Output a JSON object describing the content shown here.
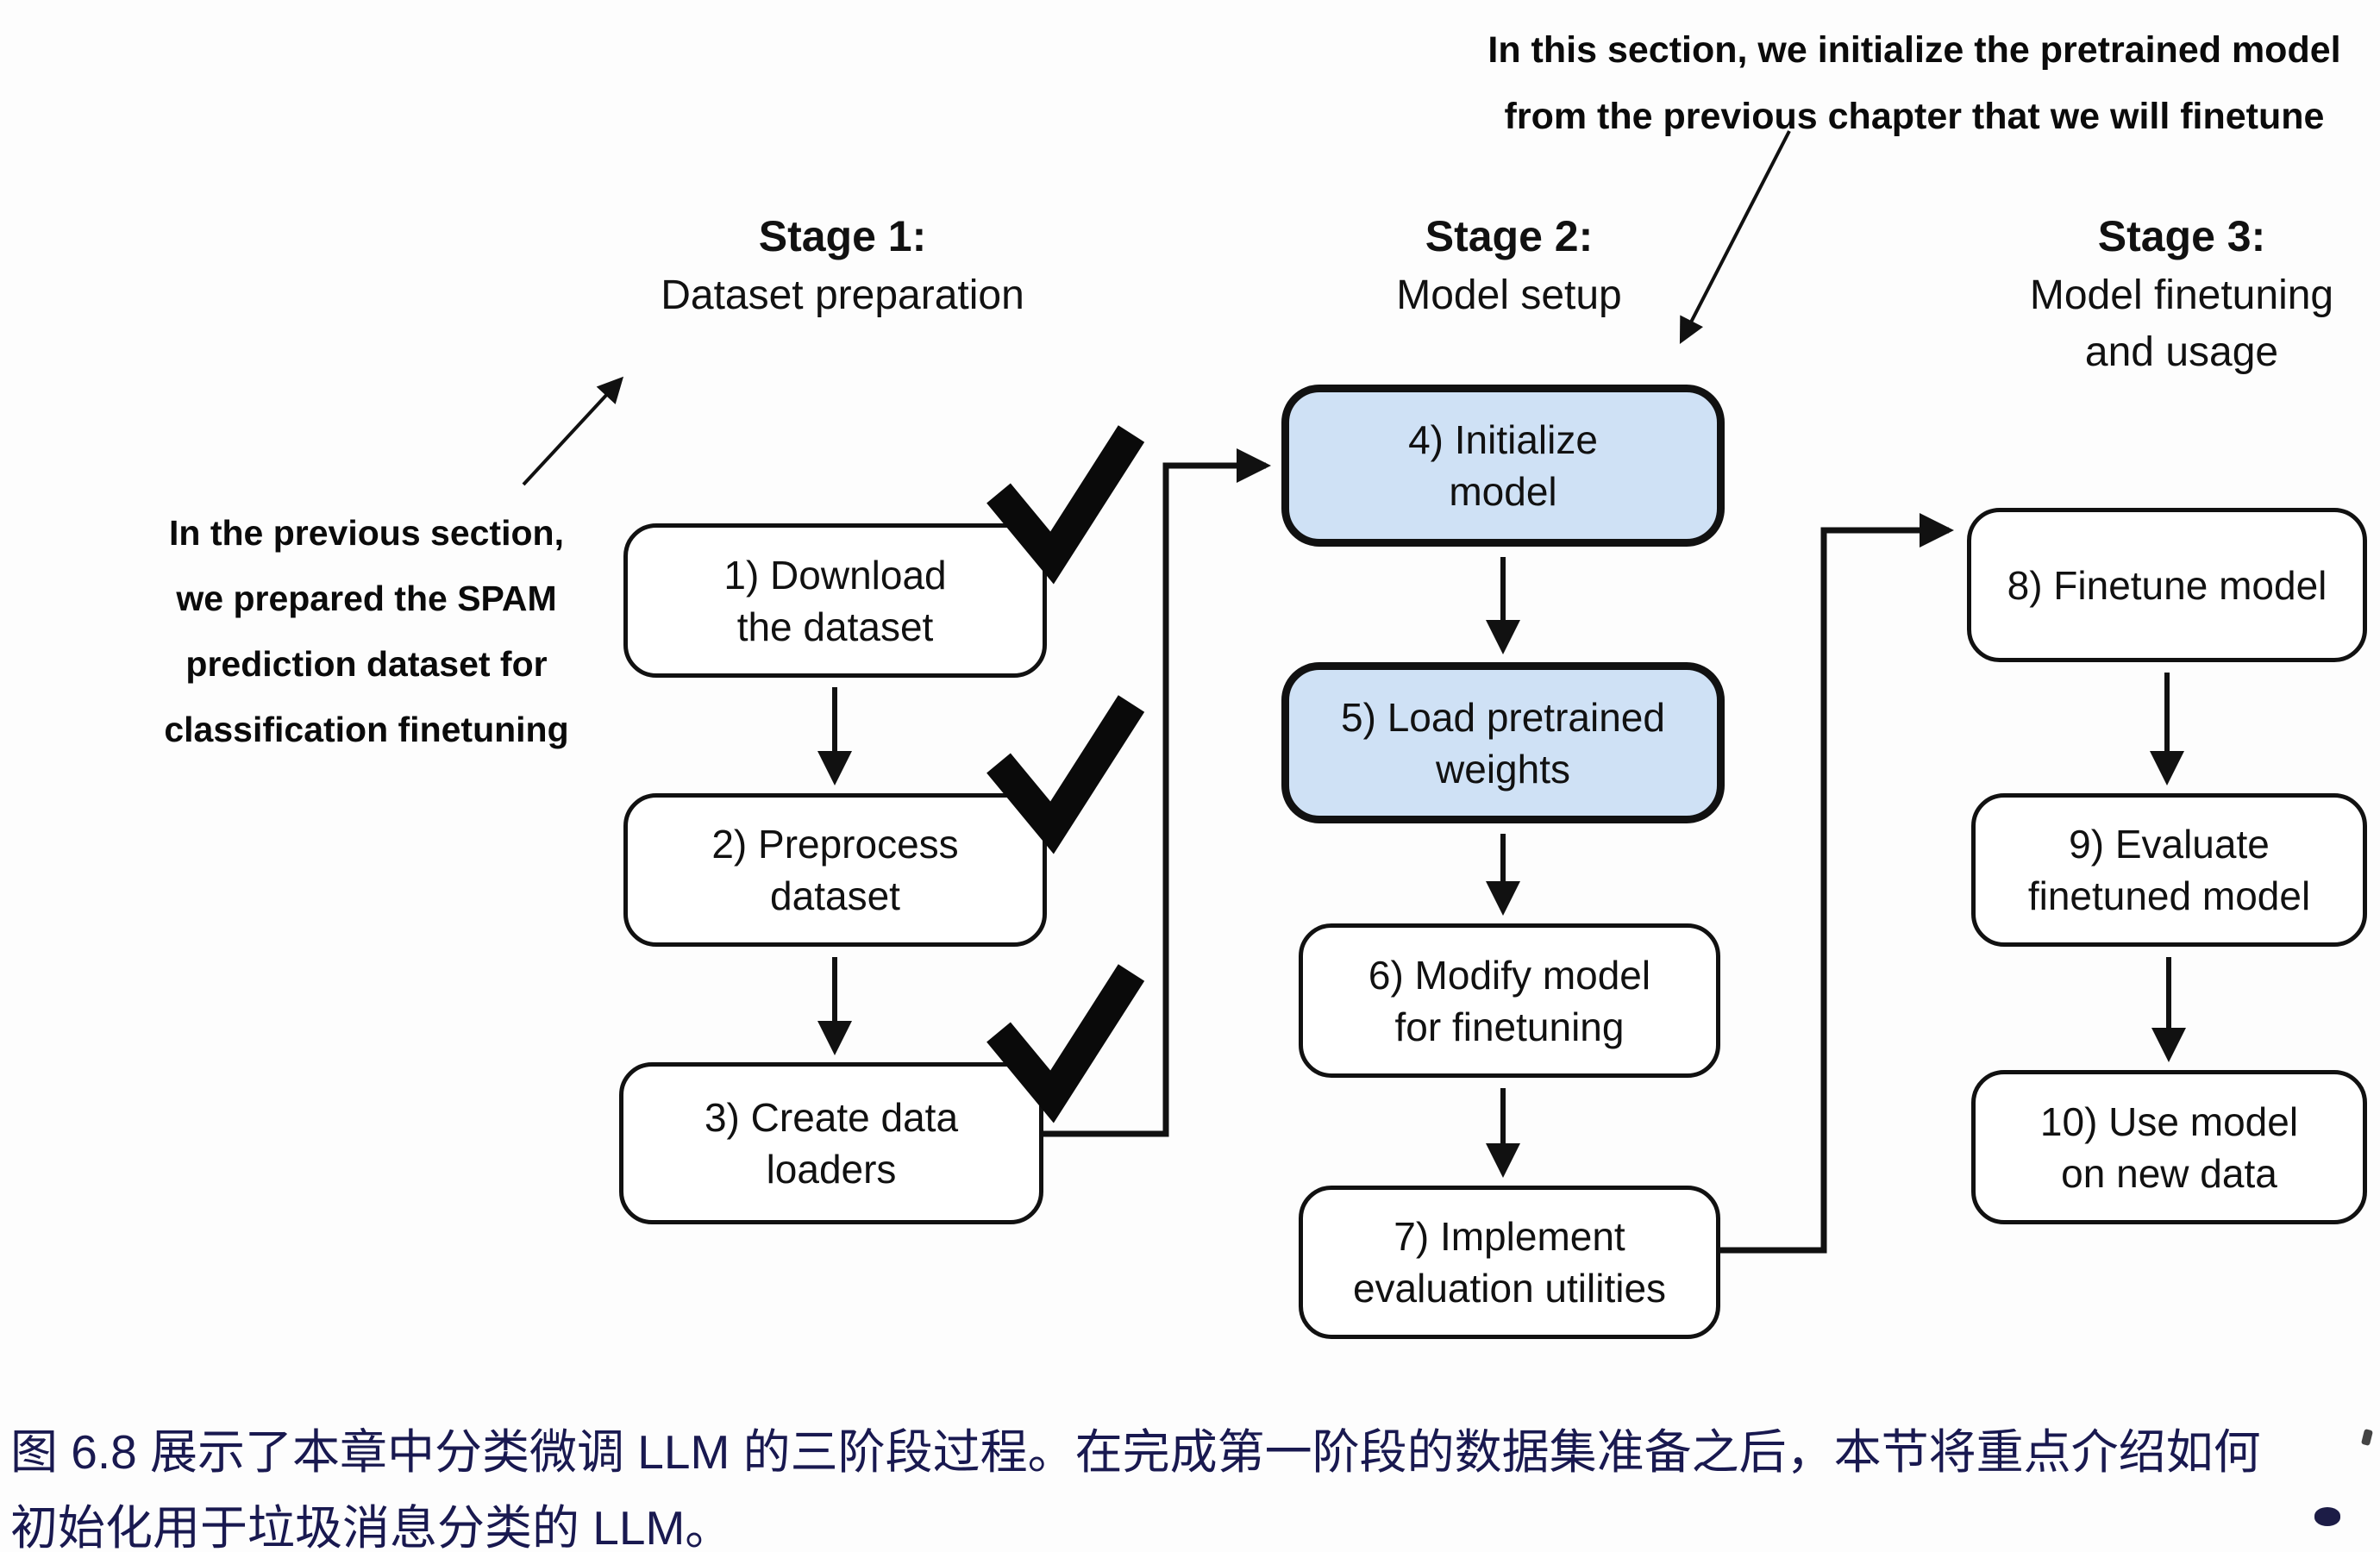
{
  "figure": {
    "caption_line1": "图 6.8 展示了本章中分类微调 LLM 的三阶段过程。在完成第一阶段的数据集准备之后，本节将重点介绍如何",
    "caption_line2": "初始化用于垃圾消息分类的 LLM。"
  },
  "annotations": {
    "top": {
      "line1": "In this section, we initialize the pretrained model",
      "line2": "from the previous chapter that we will finetune"
    },
    "left": {
      "line1": "In the previous section,",
      "line2": "we prepared the SPAM",
      "line3": "prediction dataset for",
      "line4": "classification finetuning"
    }
  },
  "stages": [
    {
      "title": "Stage 1:",
      "subtitle1": "Dataset preparation",
      "subtitle2": ""
    },
    {
      "title": "Stage 2:",
      "subtitle1": "Model setup",
      "subtitle2": ""
    },
    {
      "title": "Stage 3:",
      "subtitle1": "Model finetuning",
      "subtitle2": "and usage"
    }
  ],
  "boxes": [
    {
      "line1": "1) Download",
      "line2": "the dataset",
      "highlighted": false,
      "checked": true
    },
    {
      "line1": "2) Preprocess",
      "line2": "dataset",
      "highlighted": false,
      "checked": true
    },
    {
      "line1": "3) Create data",
      "line2": "loaders",
      "highlighted": false,
      "checked": true
    },
    {
      "line1": "4) Initialize",
      "line2": "model",
      "highlighted": true,
      "checked": false
    },
    {
      "line1": "5) Load pretrained",
      "line2": "weights",
      "highlighted": true,
      "checked": false
    },
    {
      "line1": "6) Modify model",
      "line2": "for finetuning",
      "highlighted": false,
      "checked": false
    },
    {
      "line1": "7) Implement",
      "line2": "evaluation utilities",
      "highlighted": false,
      "checked": false
    },
    {
      "line1": "8) Finetune model",
      "line2": "",
      "highlighted": false,
      "checked": false
    },
    {
      "line1": "9) Evaluate",
      "line2": "finetuned model",
      "highlighted": false,
      "checked": false
    },
    {
      "line1": "10) Use model",
      "line2": "on new data",
      "highlighted": false,
      "checked": false
    }
  ],
  "icons": {
    "checkmark": "✓",
    "arrow_down": "↓",
    "arrow_right": "→"
  },
  "colors": {
    "highlight_fill": "#cfe1f5",
    "box_fill": "#ffffff",
    "line_color": "#111111",
    "caption_text": "#191950",
    "background": "#fdfdfd"
  }
}
